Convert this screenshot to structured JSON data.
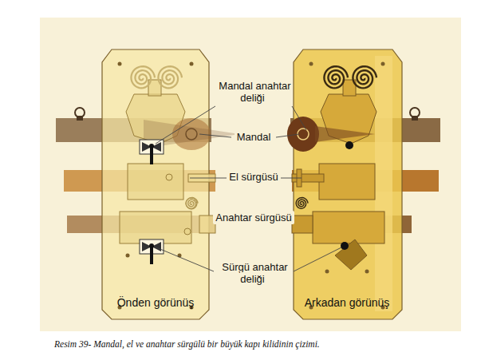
{
  "diagram": {
    "caption": "Resim 39- Mandal, el ve anahtar sürgülü bir büyük kapı kilidinin çizimi.",
    "labels": [
      "Mandal anahtar deliği",
      "Mandal",
      "El sürgüsü",
      "Anahtar sürgüsü",
      "Sürgü anahtar deliği",
      "Önden görünüş",
      "Arkadan görünüş"
    ]
  }
}
